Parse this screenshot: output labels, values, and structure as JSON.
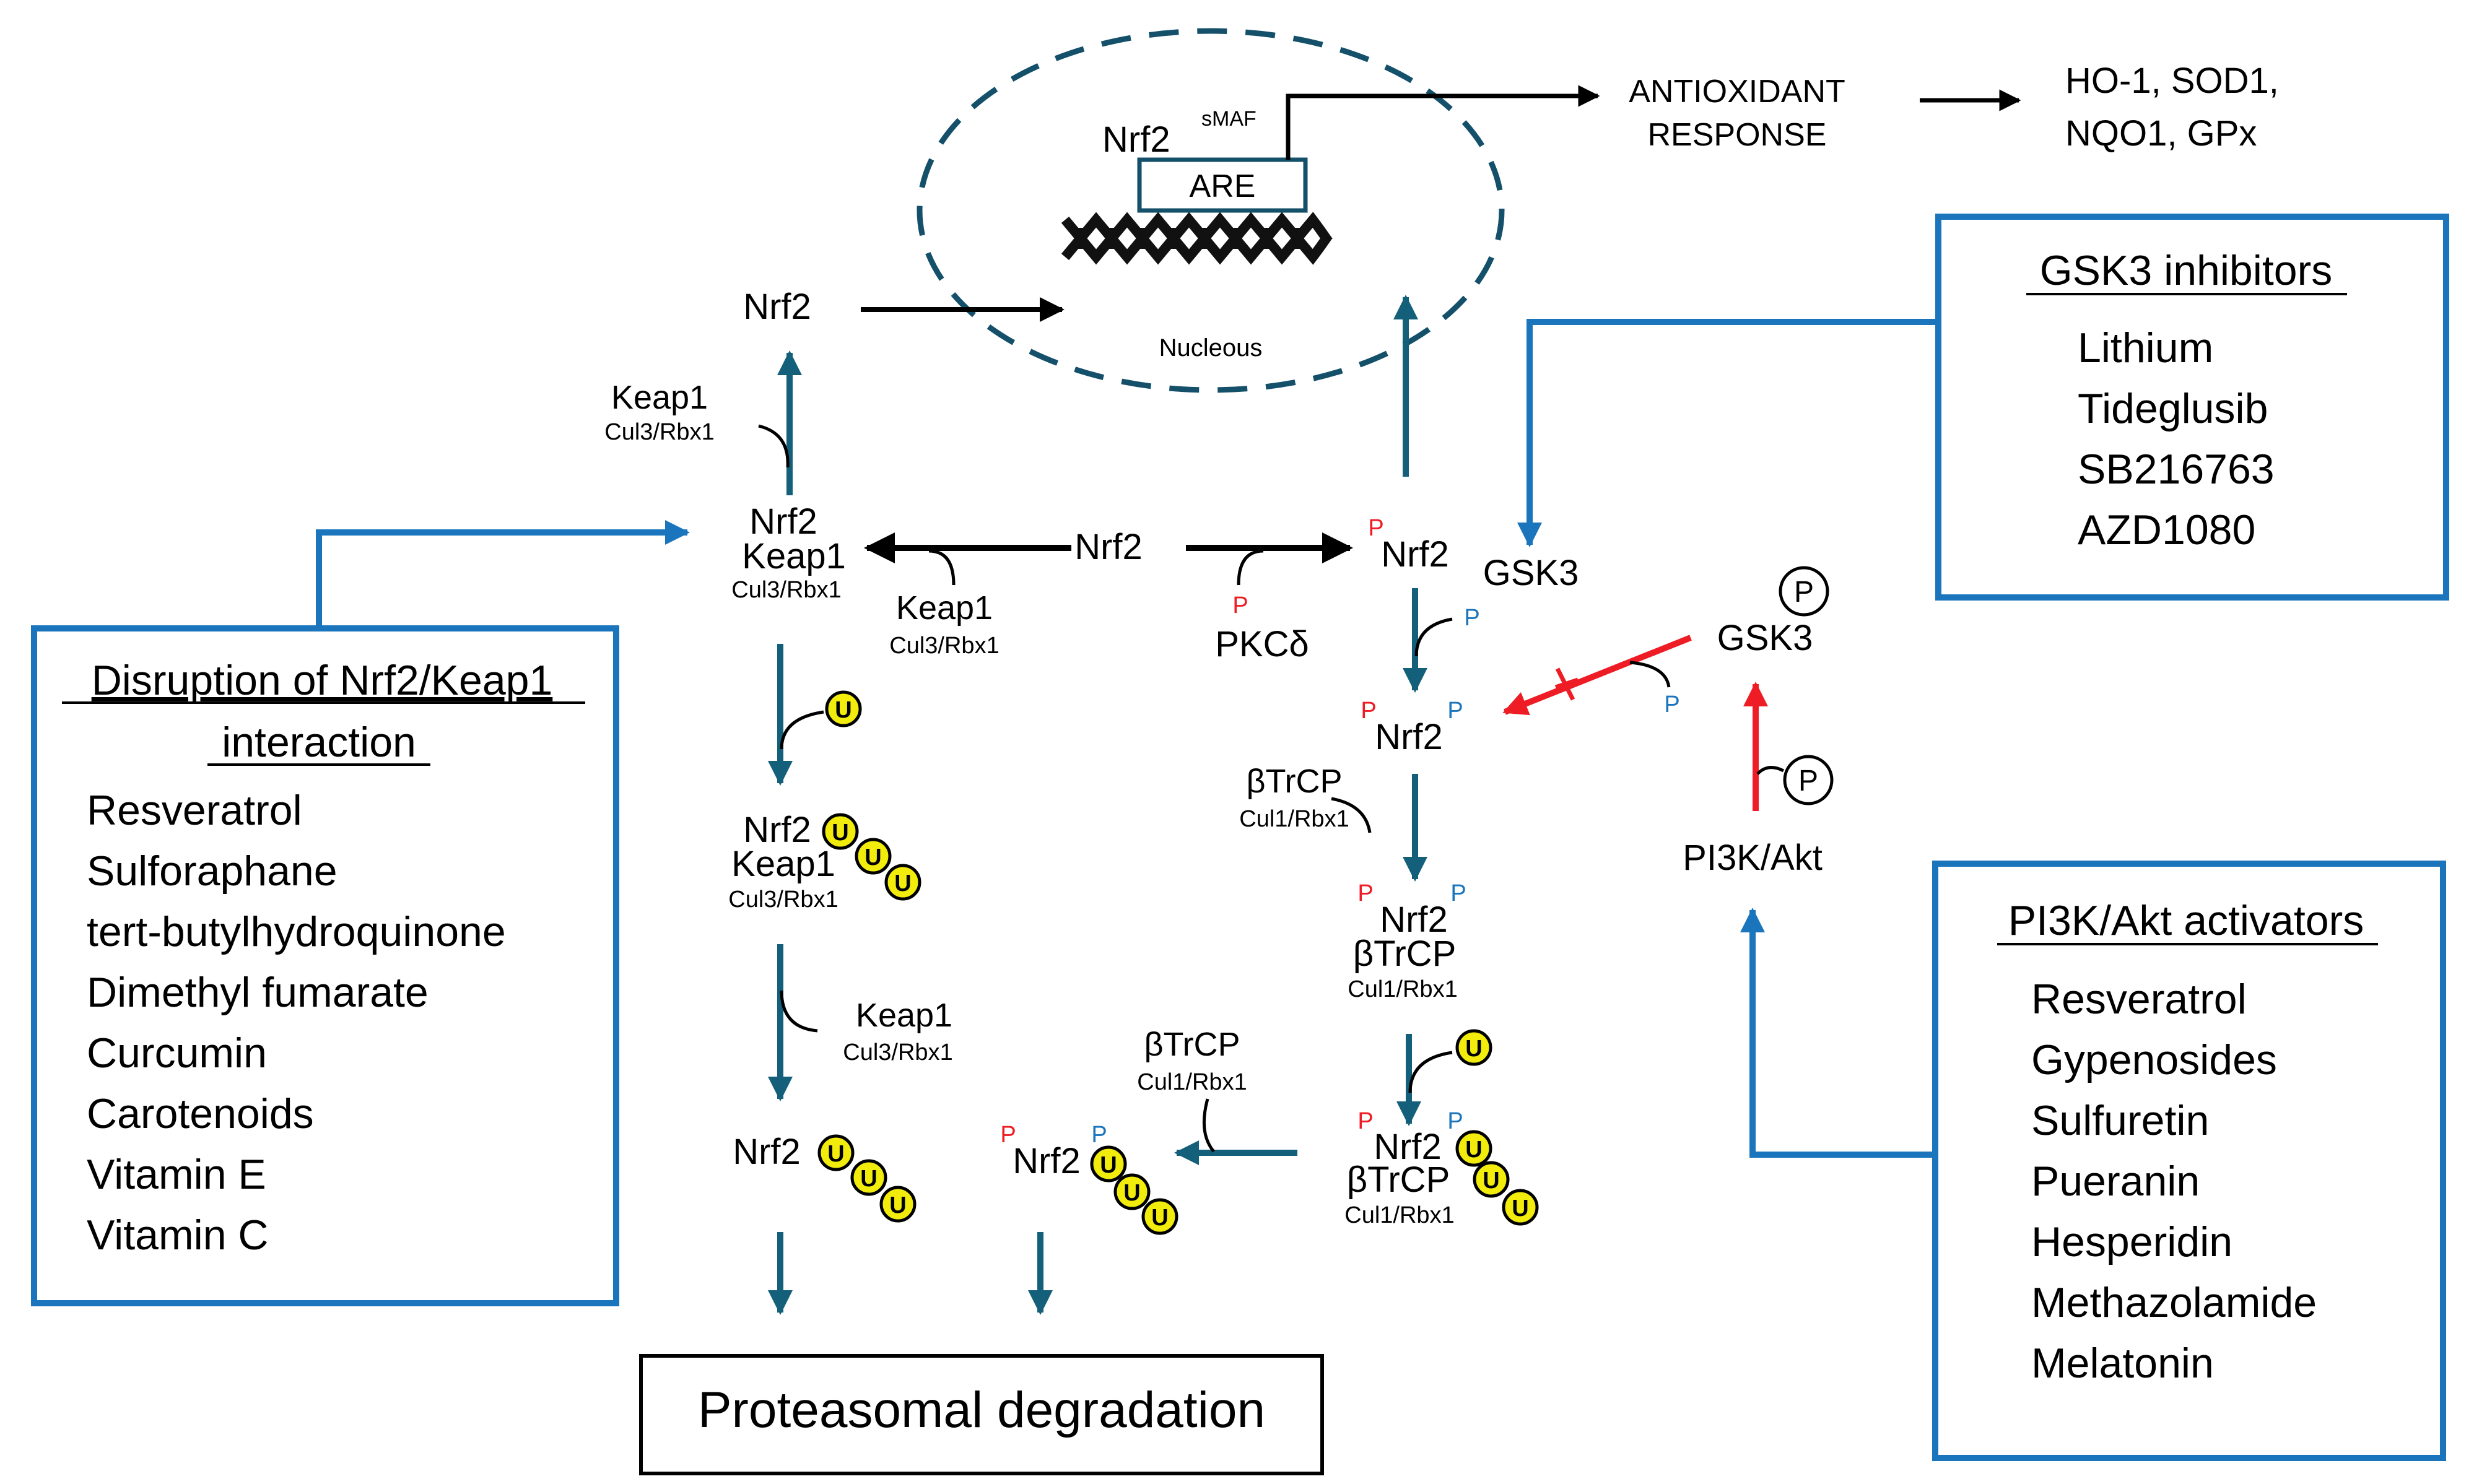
{
  "colors": {
    "teal": "#14607A",
    "blue": "#1B75BC",
    "red": "#EE1C25",
    "ubiquitin": "#F2EC0D",
    "black": "#000000"
  },
  "nucleus": {
    "nrf2": "Nrf2",
    "smaf": "sMAF",
    "are": "ARE",
    "label": "Nucleous"
  },
  "response": {
    "antioxidant_line1": "ANTIOXIDANT",
    "antioxidant_line2": "RESPONSE",
    "genes_line1": "HO-1, SOD1,",
    "genes_line2": "NQO1, GPx"
  },
  "keap1_path": {
    "nrf2_top": "Nrf2",
    "keap1_up": "Keap1",
    "cul3_up": "Cul3/Rbx1",
    "complex_nrf2": "Nrf2",
    "complex_keap1": "Keap1",
    "complex_cul3": "Cul3/Rbx1",
    "center_nrf2": "Nrf2",
    "keap1_bind": "Keap1",
    "cul3_bind": "Cul3/Rbx1",
    "ub_nrf2": "Nrf2",
    "ub_keap1": "Keap1",
    "ub_cul3": "Cul3/Rbx1",
    "release_keap1": "Keap1",
    "release_cul3": "Cul3/Rbx1",
    "final_nrf2": "Nrf2"
  },
  "gsk3_path": {
    "p": "P",
    "pkc": "PKCδ",
    "pnrf2": "Nrf2",
    "gsk3": "GSK3",
    "ppnrf2": "Nrf2",
    "btrcp": "βTrCP",
    "cul1": "Cul1/Rbx1",
    "complex_nrf2": "Nrf2",
    "complex_btrcp": "βTrCP",
    "complex_cul1": "Cul1/Rbx1",
    "ub_nrf2": "Nrf2",
    "ub_btrcp": "βTrCP",
    "ub_cul1": "Cul1/Rbx1",
    "release_btrcp": "βTrCP",
    "release_cul1": "Cul1/Rbx1",
    "final_nrf2": "Nrf2",
    "gsk3_p": "GSK3",
    "pi3k": "PI3K/Akt",
    "circle_p": "P"
  },
  "ubiquitin_label": "U",
  "proteasome": "Proteasomal degradation",
  "boxes": {
    "keap1_disruption": {
      "title_line1": "Disruption of Nrf2/Keap1",
      "title_line2": "interaction",
      "items": [
        "Resveratrol",
        "Sulforaphane",
        "tert-butylhydroquinone",
        "Dimethyl fumarate",
        "Curcumin",
        "Carotenoids",
        "Vitamin E",
        "Vitamin C"
      ]
    },
    "gsk3_inhibitors": {
      "title": "GSK3 inhibitors",
      "items": [
        "Lithium",
        "Tideglusib",
        "SB216763",
        "AZD1080"
      ]
    },
    "pi3k_activators": {
      "title": "PI3K/Akt activators",
      "items": [
        "Resveratrol",
        "Gypenosides",
        "Sulfuretin",
        "Pueranin",
        "Hesperidin",
        "Methazolamide",
        "Melatonin"
      ]
    }
  }
}
